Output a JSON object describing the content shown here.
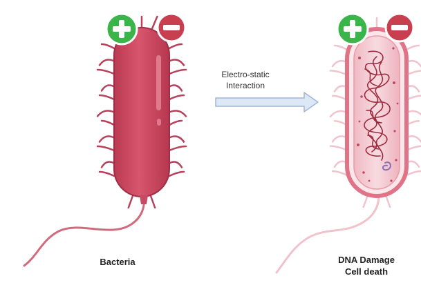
{
  "left_cell": {
    "label": "Bacteria",
    "positive_icon": "plus-circle-icon",
    "negative_icon": "minus-circle-icon"
  },
  "arrow": {
    "line1": "Electro-static",
    "line2": "Interaction",
    "icon": "right-arrow-icon"
  },
  "right_cell": {
    "label_line1": "DNA Damage",
    "label_line2": "Cell death",
    "positive_icon": "plus-circle-icon",
    "negative_icon": "minus-circle-icon"
  },
  "colors": {
    "positive": "#3bb54a",
    "negative": "#c8404f",
    "cell_body": "#cc4a61",
    "cell_outline": "#a8324a",
    "arrow_fill": "#dde8f6",
    "arrow_stroke": "#9fb6d6",
    "dna": "#9e2a3e",
    "damaged_membrane": "#e07387"
  }
}
